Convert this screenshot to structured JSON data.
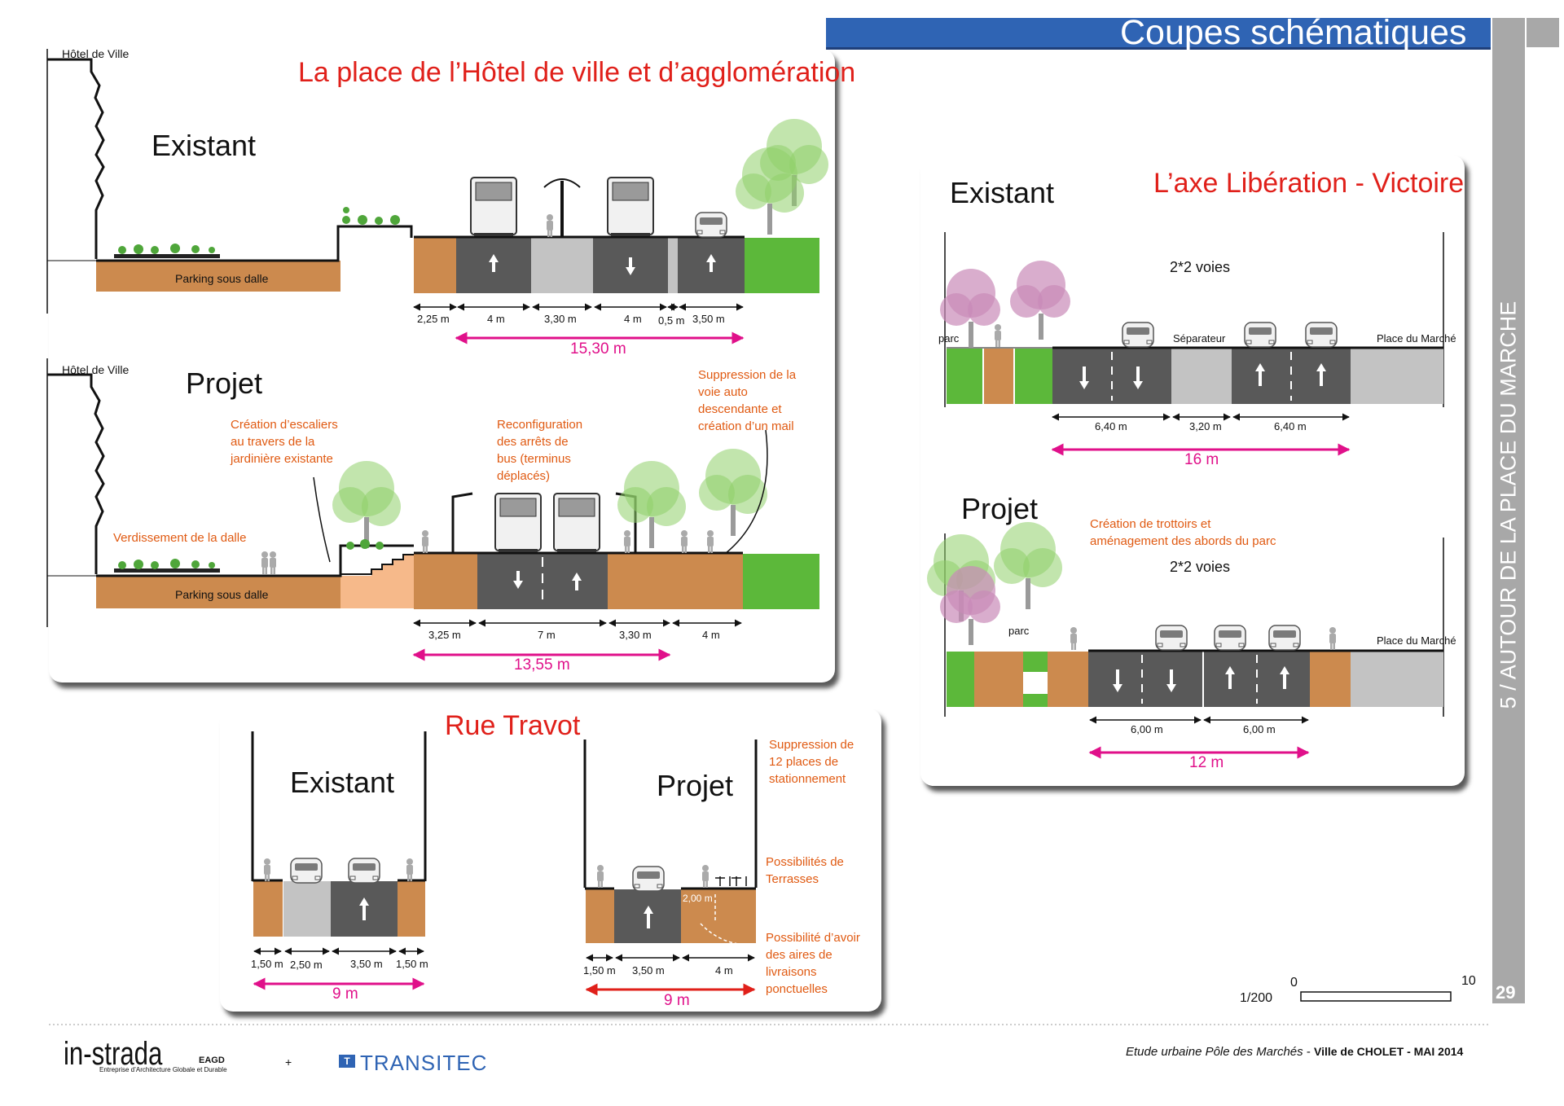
{
  "header": {
    "title": "Coupes schématiques",
    "side": "5 / AUTOUR DE LA PLACE DU MARCHE",
    "page": "29"
  },
  "colors": {
    "header_bar": "#2f64b4",
    "side_bar": "#a8a8a8",
    "earth": "#cc8a4e",
    "earth_light": "#f6b98a",
    "road": "#595959",
    "median": "#c3c3c3",
    "green": "#5cb83a",
    "red": "#e0201a",
    "pink": "#e0108a",
    "orange": "#e05a12"
  },
  "p1": {
    "title": "La place de l’Hôtel de ville et d’agglomération",
    "hotel": "Hôtel de Ville",
    "ex": {
      "label": "Existant",
      "parking": "Parking sous dalle",
      "dims": [
        "2,25 m",
        "4 m",
        "3,30 m",
        "4 m",
        "0,5 m",
        "3,50 m"
      ],
      "total": "15,30 m"
    },
    "pr": {
      "label": "Projet",
      "parking": "Parking sous dalle",
      "ann": {
        "a1": "Création d’escaliers au travers de la jardinière existante",
        "a2": "Reconfiguration des arrêts de bus (terminus déplacés)",
        "a3": "Suppression de la voie auto descendante et création d’un mail",
        "a4": "Verdissement de la dalle"
      },
      "dims": [
        "3,25 m",
        "7 m",
        "3,30 m",
        "4 m"
      ],
      "total": "13,55 m"
    }
  },
  "p2": {
    "title": "L’axe Libération - Victoire",
    "ex": {
      "label": "Existant",
      "voies": "2*2 voies",
      "parc": "parc",
      "sep": "Séparateur",
      "place": "Place du Marché",
      "dims": [
        "6,40 m",
        "3,20 m",
        "6,40 m"
      ],
      "total": "16 m"
    },
    "pr": {
      "label": "Projet",
      "voies": "2*2 voies",
      "parc": "parc",
      "place": "Place du Marché",
      "ann": "Création de trottoirs et aménagement des abords du parc",
      "dims": [
        "6,00 m",
        "6,00 m"
      ],
      "total": "12 m"
    },
    "scale": {
      "ratio": "1/200",
      "zero": "0",
      "ten": "10"
    }
  },
  "p3": {
    "title": "Rue Travot",
    "ex": {
      "label": "Existant",
      "dims": [
        "1,50 m",
        "2,50 m",
        "3,50 m",
        "1,50 m"
      ],
      "total": "9 m"
    },
    "pr": {
      "label": "Projet",
      "dims": [
        "1,50 m",
        "3,50 m",
        "4 m"
      ],
      "total": "9 m",
      "inner": "2,00 m",
      "ann": {
        "a1": "Suppression de 12 places de stationnement",
        "a2": "Possibilités de Terrasses",
        "a3": "Possibilité d’avoir des aires de livraisons ponctuelles"
      }
    }
  },
  "footer": {
    "logo1": "in-strada",
    "logo1_small": "EAGD",
    "logo1_sub": "Entreprise d’Architecture Globale et Durable",
    "plus": "+",
    "logo2": "TRANSITEC",
    "logo2_mark": "T",
    "study": "Etude urbaine Pôle des Marchés",
    "city": "Ville de CHOLET - MAI 2014",
    "sep": "-"
  }
}
